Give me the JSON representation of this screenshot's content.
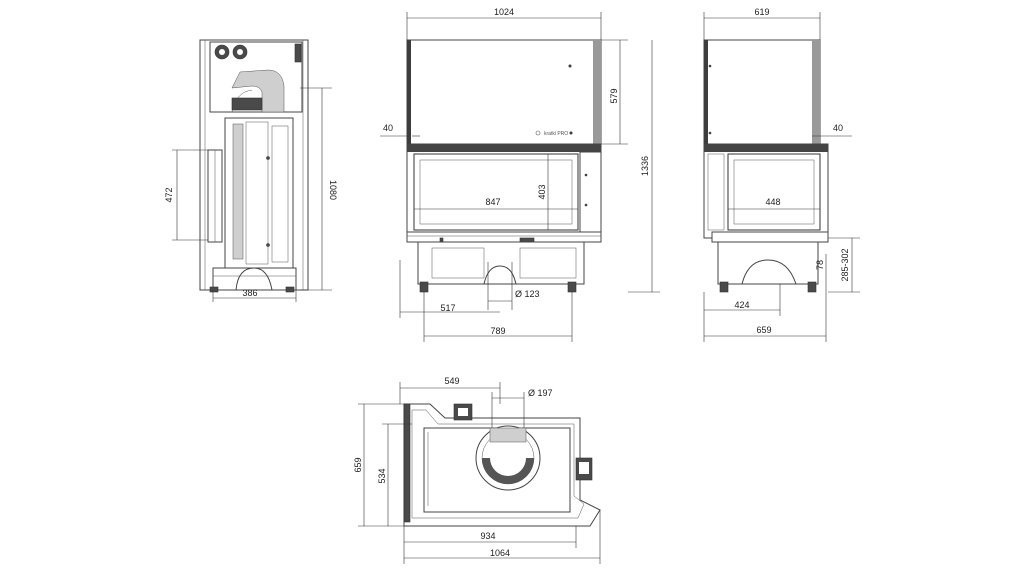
{
  "brand_mark": "kratki PRO",
  "views": {
    "side": {
      "dims": {
        "height_total": "1080",
        "height_opening": "472",
        "depth": "386"
      }
    },
    "front": {
      "dims": {
        "width": "1024",
        "top_section": "579",
        "total_height": "1336",
        "offset": "40",
        "glass_width": "847",
        "glass_height": "403",
        "flue_diameter": "Ø 123",
        "half_width": "517",
        "base_width": "789"
      }
    },
    "right": {
      "dims": {
        "width": "619",
        "offset": "40",
        "glass_width": "448",
        "leg_range": "285-302",
        "leg_height": "78",
        "base_inner": "424",
        "base_outer": "659"
      }
    },
    "top": {
      "dims": {
        "top_left": "549",
        "flue_diameter": "Ø 197",
        "depth_outer": "659",
        "depth_inner": "534",
        "width_inner": "934",
        "width_outer": "1064"
      }
    }
  },
  "colors": {
    "line": "#333333",
    "fill_dark": "#4a4a4a",
    "fill_grey": "#cfcfcf"
  }
}
